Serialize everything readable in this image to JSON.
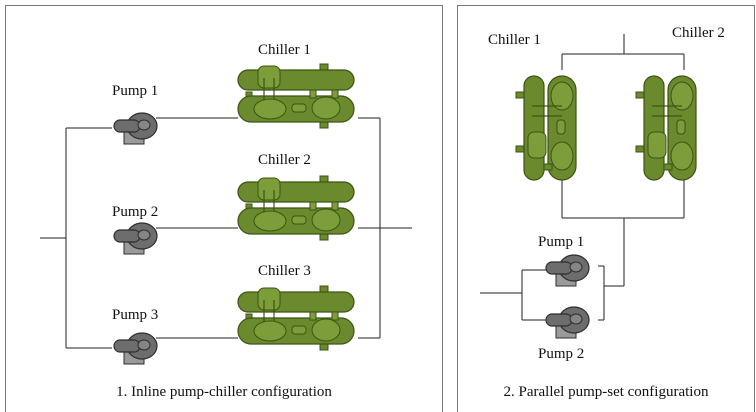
{
  "left_panel": {
    "caption": "1. Inline pump-chiller configuration",
    "labels": {
      "chiller1": "Chiller 1",
      "chiller2": "Chiller 2",
      "chiller3": "Chiller 3",
      "pump1": "Pump 1",
      "pump2": "Pump 2",
      "pump3": "Pump 3"
    }
  },
  "right_panel": {
    "caption": "2. Parallel pump-set configuration",
    "labels": {
      "chiller1": "Chiller 1",
      "chiller2": "Chiller 2",
      "pump1": "Pump 1",
      "pump2": "Pump 2"
    }
  },
  "colors": {
    "chiller_fill": "#6b8a2e",
    "chiller_stroke": "#3d5314",
    "pump_fill": "#6d6d6d",
    "pump_stroke": "#2e2e2e"
  }
}
